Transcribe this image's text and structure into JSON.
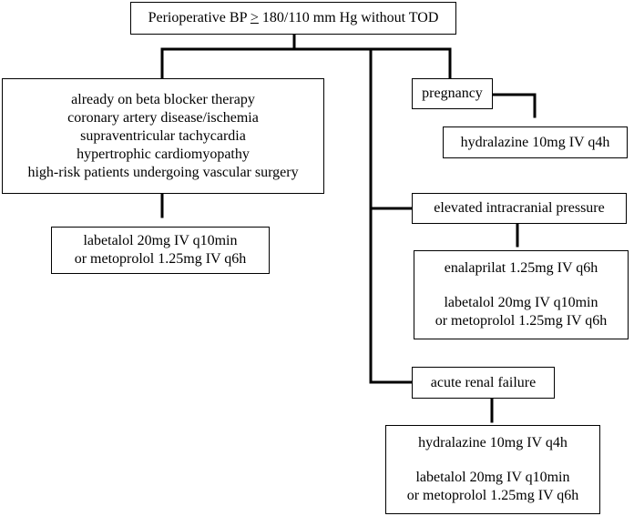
{
  "title_box": {
    "prefix": "Perioperative BP ",
    "symbol": ">",
    "suffix": " 180/110 mm Hg without TOD"
  },
  "left_branch": {
    "conditions": [
      "already on beta blocker therapy",
      "coronary artery disease/ischemia",
      "supraventricular tachycardia",
      "hypertrophic cardiomyopathy",
      "high-risk patients undergoing vascular surgery"
    ],
    "treatment": [
      "labetalol 20mg IV q10min",
      "or metoprolol 1.25mg IV q6h"
    ]
  },
  "pregnancy": {
    "label": "pregnancy",
    "treatment": "hydralazine 10mg IV q4h"
  },
  "icp": {
    "label": "elevated intracranial pressure",
    "treatment_first": "enalaprilat 1.25mg IV q6h",
    "treatment_second": [
      "labetalol 20mg IV q10min",
      "or metoprolol 1.25mg IV q6h"
    ]
  },
  "renal": {
    "label": "acute renal failure",
    "treatment_first": "hydralazine 10mg IV q4h",
    "treatment_second": [
      "labetalol 20mg IV q10min",
      "or metoprolol 1.25mg IV q6h"
    ]
  }
}
